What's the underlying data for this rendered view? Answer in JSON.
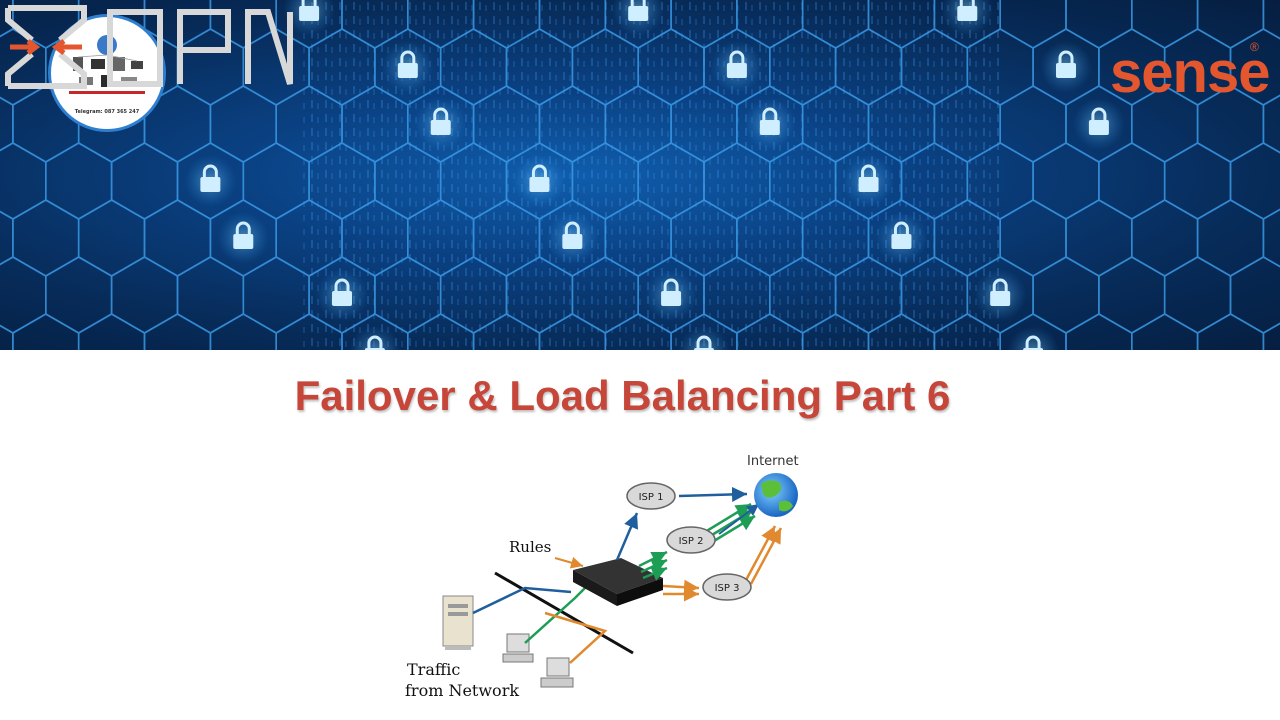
{
  "brand": {
    "logo_text": "sense",
    "logo_registered": "®",
    "channel_logo_lines": [
      "Telegram: 087 365 247"
    ]
  },
  "title": "Failover & Load Balancing Part 6",
  "diagram": {
    "internet_label": "Internet",
    "rules_label": "Rules",
    "traffic_label_line1": "Traffic",
    "traffic_label_line2": "from Network",
    "isps": [
      {
        "label": "ISP 1"
      },
      {
        "label": "ISP 2"
      },
      {
        "label": "ISP 3"
      }
    ]
  },
  "colors": {
    "title": "#c6463a",
    "logo_accent": "#e4572e",
    "banner": "#073a78",
    "link_blue": "#1f5f9e",
    "link_green": "#1e9e55",
    "link_orange": "#e0892e"
  }
}
